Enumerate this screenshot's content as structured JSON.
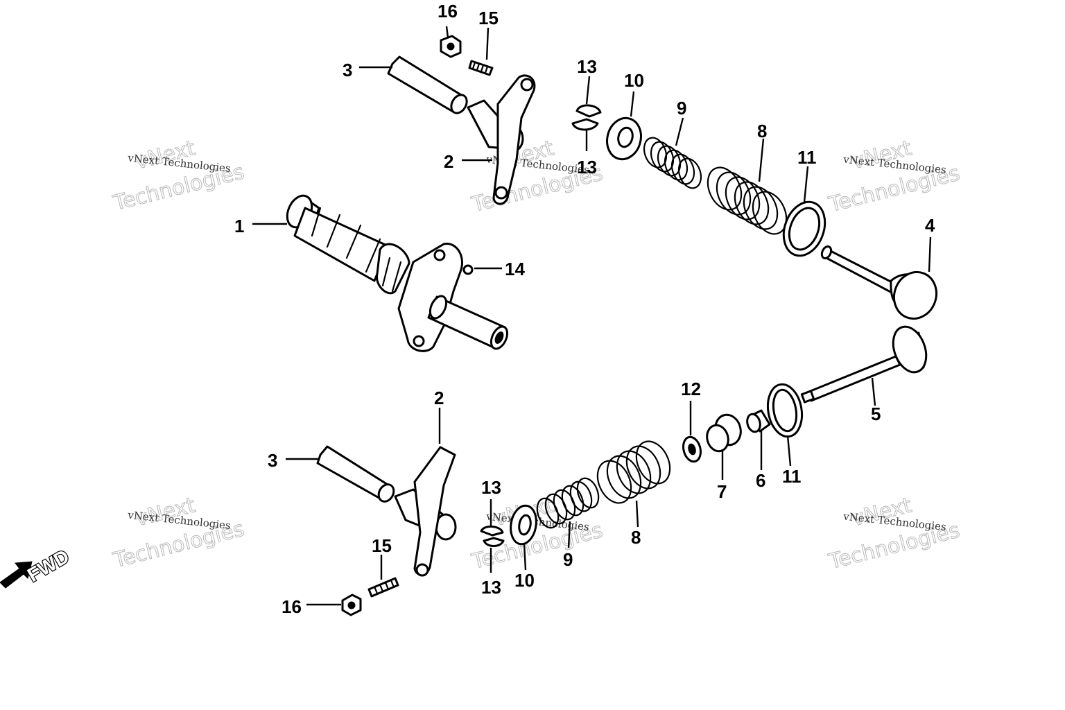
{
  "watermark": {
    "brand": "vNext",
    "line_big": "Technologies",
    "line_small": "vNext Technologies"
  },
  "direction": {
    "label": "FWD"
  },
  "callouts": [
    {
      "id": "c1",
      "label": "1"
    },
    {
      "id": "c2a",
      "label": "2"
    },
    {
      "id": "c2b",
      "label": "2"
    },
    {
      "id": "c3a",
      "label": "3"
    },
    {
      "id": "c3b",
      "label": "3"
    },
    {
      "id": "c4",
      "label": "4"
    },
    {
      "id": "c5",
      "label": "5"
    },
    {
      "id": "c6",
      "label": "6"
    },
    {
      "id": "c7",
      "label": "7"
    },
    {
      "id": "c8a",
      "label": "8"
    },
    {
      "id": "c8b",
      "label": "8"
    },
    {
      "id": "c9a",
      "label": "9"
    },
    {
      "id": "c9b",
      "label": "9"
    },
    {
      "id": "c10a",
      "label": "10"
    },
    {
      "id": "c10b",
      "label": "10"
    },
    {
      "id": "c11a",
      "label": "11"
    },
    {
      "id": "c11b",
      "label": "11"
    },
    {
      "id": "c12",
      "label": "12"
    },
    {
      "id": "c13a",
      "label": "13"
    },
    {
      "id": "c13b",
      "label": "13"
    },
    {
      "id": "c13c",
      "label": "13"
    },
    {
      "id": "c13d",
      "label": "13"
    },
    {
      "id": "c14",
      "label": "14"
    },
    {
      "id": "c15a",
      "label": "15"
    },
    {
      "id": "c15b",
      "label": "15"
    },
    {
      "id": "c16a",
      "label": "16"
    },
    {
      "id": "c16b",
      "label": "16"
    }
  ]
}
